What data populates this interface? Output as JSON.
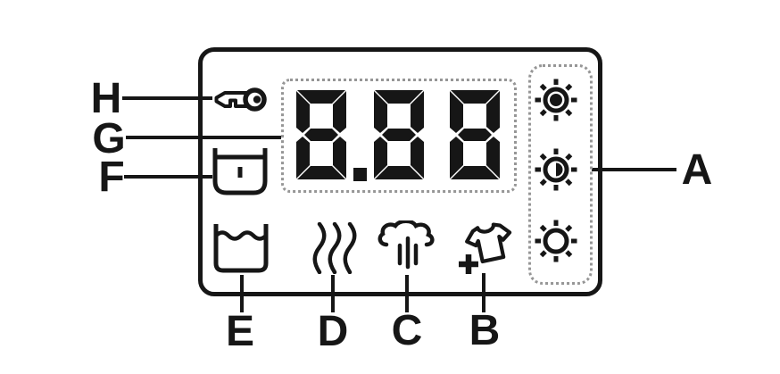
{
  "display": {
    "value": "8.88"
  },
  "labels": {
    "a": "A",
    "b": "B",
    "c": "C",
    "d": "D",
    "e": "E",
    "f": "F",
    "g": "G",
    "h": "H"
  },
  "icons": {
    "a": [
      "temp-high-sun-filled",
      "temp-medium-sun-half",
      "temp-low-sun-empty"
    ],
    "b": "shirt-plus-extra-rinse",
    "c": "steam-cloud",
    "d": "heat-waves",
    "e": "water-level-tub",
    "f": "tub-with-bar",
    "g": "seven-segment-display",
    "h": "key"
  },
  "colors": {
    "ink": "#161616",
    "dotted_outline": "#969696",
    "background": "#ffffff"
  }
}
